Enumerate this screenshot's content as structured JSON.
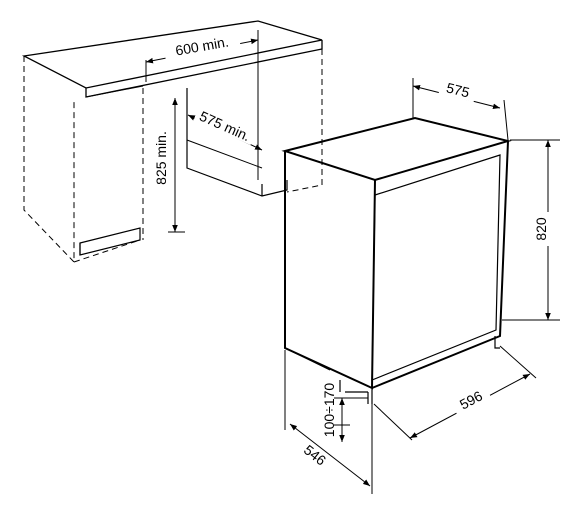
{
  "diagram": {
    "dimensions": {
      "niche_width": "600 min.",
      "niche_depth": "575 min.",
      "niche_height": "825 min.",
      "appliance_depth": "575",
      "appliance_height": "820",
      "appliance_width": "596",
      "door_depth": "546",
      "plinth_height": "100÷170"
    }
  }
}
